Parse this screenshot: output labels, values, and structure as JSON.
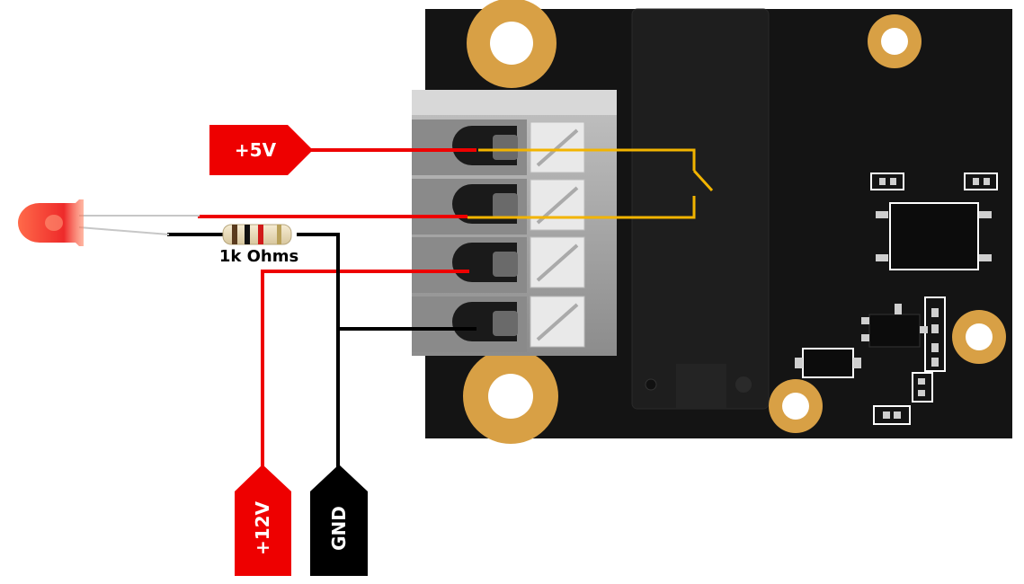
{
  "labels": {
    "plus5v": "+5V",
    "plus12v": "+12V",
    "gnd": "GND",
    "resistor": "1k Ohms"
  },
  "colors": {
    "red_wire": "#ee0000",
    "black_wire": "#000000",
    "relay_contact": "#f2b400",
    "board": "#141414",
    "pad_gold": "#d8a045",
    "terminal_grey": "#9a9a9a",
    "led_red": "#ff5533"
  },
  "icons": [
    "led-icon",
    "resistor-icon",
    "relay-switch-icon",
    "terminal-block-icon"
  ]
}
